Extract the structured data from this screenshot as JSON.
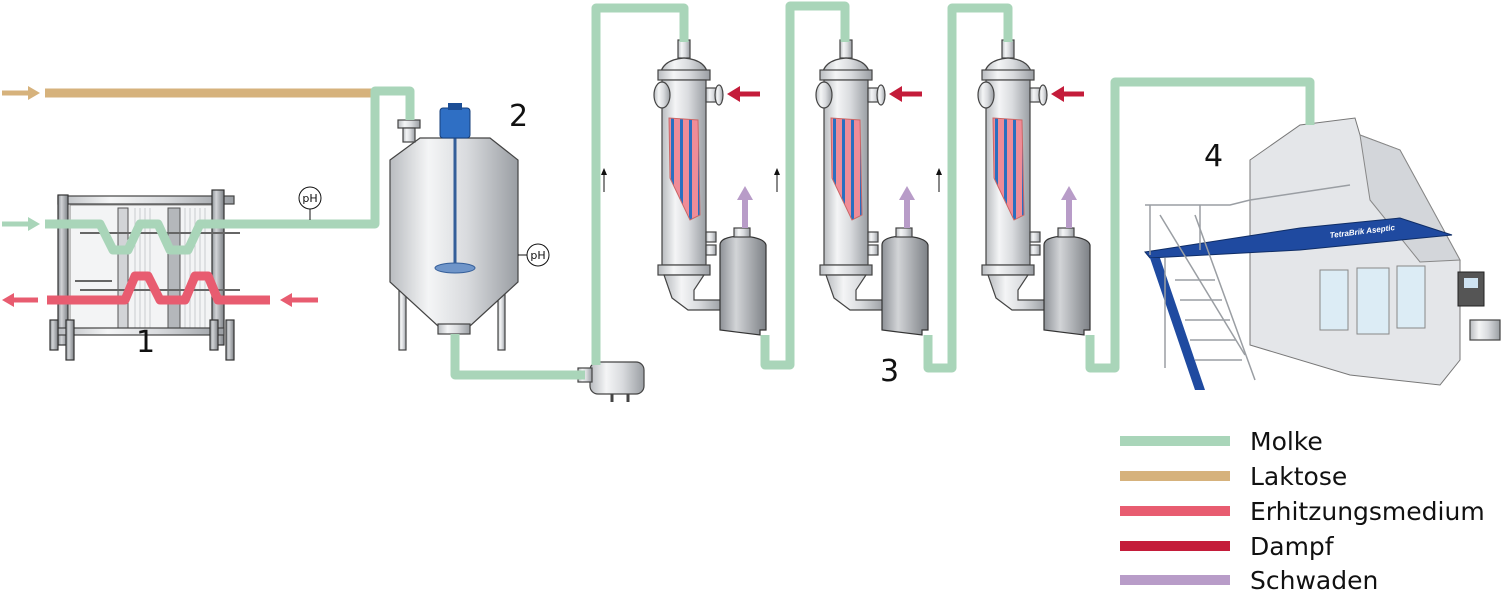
{
  "colors": {
    "molke": "#a9d5b9",
    "laktose": "#d6b27c",
    "erhitzungsmedium": "#e85c70",
    "dampf": "#c41c3a",
    "schwaden": "#b89cc8",
    "brand_blue": "#1f4aa0"
  },
  "stations": [
    {
      "number": "1"
    },
    {
      "number": "2"
    },
    {
      "number": "3"
    },
    {
      "number": "4"
    }
  ],
  "sensors": {
    "ph_label": "pH"
  },
  "filler": {
    "brand_text": "TetraBrik Aseptic"
  },
  "legend": {
    "items": [
      {
        "label": "Molke",
        "color": "#a9d5b9"
      },
      {
        "label": "Laktose",
        "color": "#d6b27c"
      },
      {
        "label": "Erhitzungsmedium",
        "color": "#e85c70"
      },
      {
        "label": "Dampf",
        "color": "#c41c3a"
      },
      {
        "label": "Schwaden",
        "color": "#b89cc8"
      }
    ]
  }
}
